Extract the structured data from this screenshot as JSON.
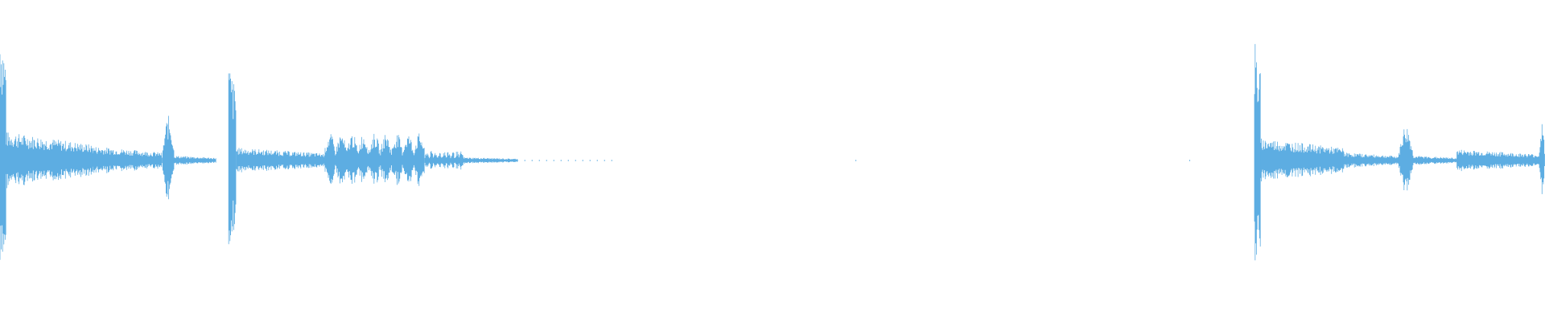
{
  "waveform": {
    "color": "#5dade2",
    "background": "#ffffff",
    "duration_fraction_segments": [
      {
        "start": 0.0,
        "end": 0.004,
        "amplitude": 0.92,
        "decay": "sharp-attack"
      },
      {
        "start": 0.004,
        "end": 0.06,
        "amplitude": 0.18,
        "decay": "slow"
      },
      {
        "start": 0.06,
        "end": 0.105,
        "amplitude": 0.09,
        "decay": "slow"
      },
      {
        "start": 0.105,
        "end": 0.113,
        "amplitude": 0.28,
        "decay": "burst"
      },
      {
        "start": 0.113,
        "end": 0.14,
        "amplitude": 0.03,
        "decay": "slow"
      },
      {
        "start": 0.148,
        "end": 0.153,
        "amplitude": 0.62,
        "decay": "sharp-attack"
      },
      {
        "start": 0.153,
        "end": 0.21,
        "amplitude": 0.08,
        "decay": "slow"
      },
      {
        "start": 0.21,
        "end": 0.275,
        "amplitude": 0.17,
        "decay": "pulsed"
      },
      {
        "start": 0.275,
        "end": 0.3,
        "amplitude": 0.06,
        "decay": "pulsed"
      },
      {
        "start": 0.3,
        "end": 0.335,
        "amplitude": 0.02,
        "decay": "slow"
      },
      {
        "start": 0.335,
        "end": 0.4,
        "amplitude": 0.006,
        "decay": "dots"
      },
      {
        "start": 0.554,
        "end": 0.556,
        "amplitude": 0.008,
        "decay": "dots"
      },
      {
        "start": 0.77,
        "end": 0.772,
        "amplitude": 0.008,
        "decay": "dots"
      },
      {
        "start": 0.812,
        "end": 0.816,
        "amplitude": 0.78,
        "decay": "sharp-attack"
      },
      {
        "start": 0.816,
        "end": 0.87,
        "amplitude": 0.14,
        "decay": "slow"
      },
      {
        "start": 0.87,
        "end": 0.905,
        "amplitude": 0.05,
        "decay": "slow"
      },
      {
        "start": 0.905,
        "end": 0.915,
        "amplitude": 0.22,
        "decay": "burst"
      },
      {
        "start": 0.915,
        "end": 0.943,
        "amplitude": 0.03,
        "decay": "slow"
      },
      {
        "start": 0.943,
        "end": 0.996,
        "amplitude": 0.07,
        "decay": "slow"
      },
      {
        "start": 0.996,
        "end": 1.0,
        "amplitude": 0.24,
        "decay": "burst"
      }
    ]
  }
}
